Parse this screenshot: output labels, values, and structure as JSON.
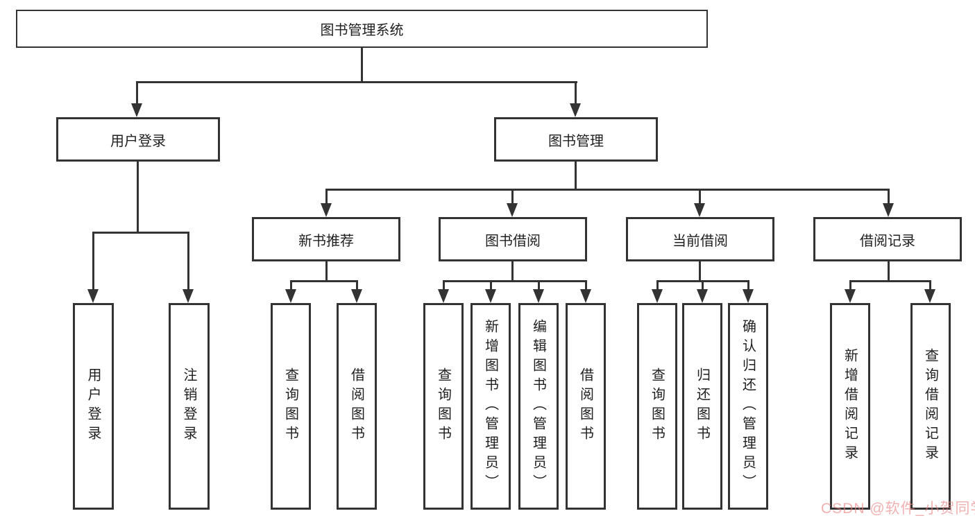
{
  "tree": {
    "root": {
      "label": "图书管理系统"
    },
    "user_login": {
      "label": "用户登录",
      "children": [
        "用户登录",
        "注销登录"
      ]
    },
    "book_management": {
      "label": "图书管理",
      "sections": [
        {
          "label": "新书推荐",
          "children": [
            "查询图书",
            "借阅图书"
          ]
        },
        {
          "label": "图书借阅",
          "children": [
            "查询图书",
            "新增图书（管理员）",
            "编辑图书（管理员）",
            "借阅图书"
          ]
        },
        {
          "label": "当前借阅",
          "children": [
            "查询图书",
            "归还图书",
            "确认归还（管理员）"
          ]
        },
        {
          "label": "借阅记录",
          "children": [
            "新增借阅记录",
            "查询借阅记录"
          ]
        }
      ]
    }
  },
  "watermark": {
    "text": "CSDN @软件_小贺同学"
  },
  "colors": {
    "line": "#333333",
    "text": "#1f1f1f",
    "box_background": "#ffffff",
    "watermark": "#e98080"
  }
}
